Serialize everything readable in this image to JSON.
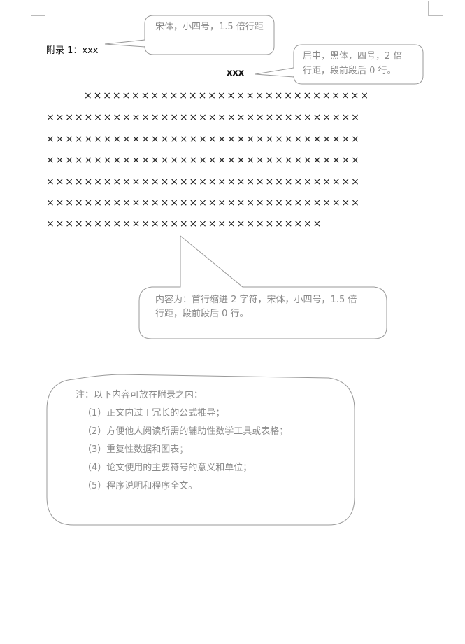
{
  "heading": {
    "appendix_label": "附录 1：xxx",
    "title": "xxx"
  },
  "callouts": {
    "appendix_label_note": "宋体，小四号，1.5 倍行距",
    "title_note": [
      "居中，黑体，四号，2 倍",
      "行距，段前段后 0 行。"
    ],
    "content_note": [
      "内容为：首行缩进 2 字符，宋体，小四号，1.5 倍",
      "行距，段前段后 0 行。"
    ]
  },
  "body_lines": [
    "××××××××××××××××××××××××××××××",
    "×××××××××××××××××××××××××××××××××",
    "×××××××××××××××××××××××××××××××××",
    "×××××××××××××××××××××××××××××××××",
    "×××××××××××××××××××××××××××××××××",
    "×××××××××××××××××××××××××××××××××",
    "×××××××××××××××××××××××××××××"
  ],
  "note": {
    "title": "注：以下内容可放在附录之内：",
    "items": [
      "（1）正文内过于冗长的公式推导；",
      "（2）方便他人阅读所需的辅助性数学工具或表格；",
      "（3）重复性数据和图表；",
      "（4）论文使用的主要符号的意义和单位；",
      "（5）程序说明和程序全文。"
    ]
  }
}
